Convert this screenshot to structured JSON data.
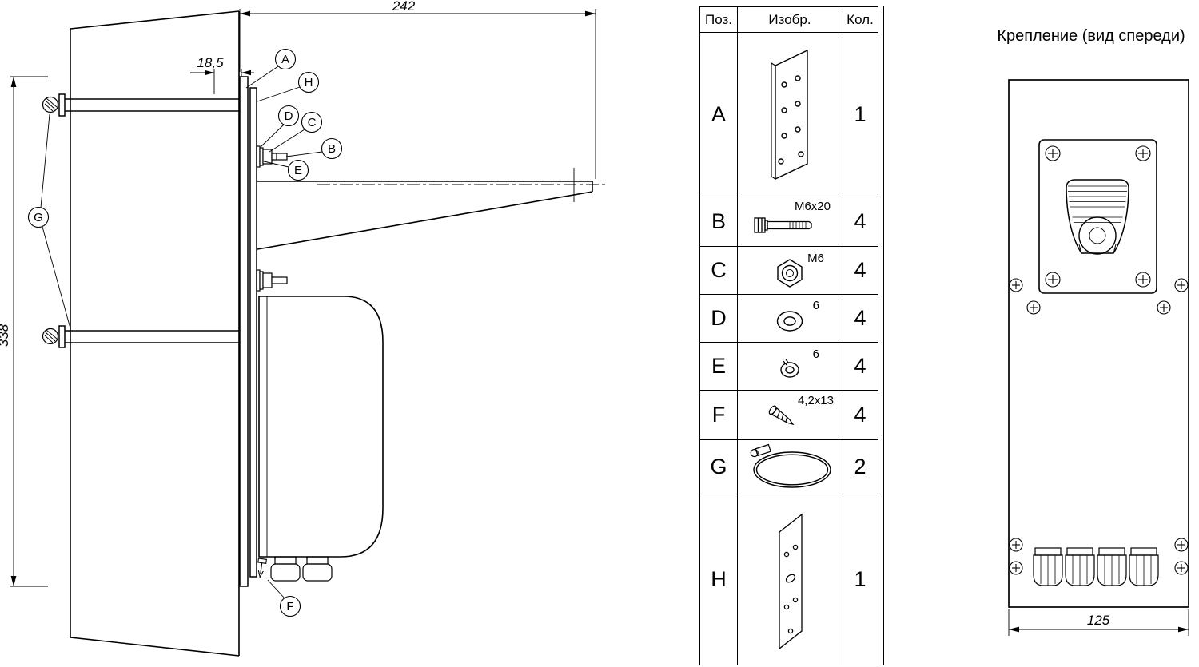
{
  "side_view": {
    "dim_width": "242",
    "dim_offset": "18,5",
    "dim_height": "338",
    "callouts": {
      "a": "A",
      "b": "B",
      "c": "C",
      "d": "D",
      "e": "E",
      "f": "F",
      "g": "G",
      "h": "H"
    }
  },
  "parts_table": {
    "header": {
      "pos": "Поз.",
      "image": "Изобр.",
      "qty": "Кол."
    },
    "rows": [
      {
        "pos": "A",
        "label": "",
        "qty": "1"
      },
      {
        "pos": "B",
        "label": "M6x20",
        "qty": "4"
      },
      {
        "pos": "C",
        "label": "M6",
        "qty": "4"
      },
      {
        "pos": "D",
        "label": "6",
        "qty": "4"
      },
      {
        "pos": "E",
        "label": "6",
        "qty": "4"
      },
      {
        "pos": "F",
        "label": "4,2x13",
        "qty": "4"
      },
      {
        "pos": "G",
        "label": "",
        "qty": "2"
      },
      {
        "pos": "H",
        "label": "",
        "qty": "1"
      }
    ]
  },
  "front_view": {
    "title": "Крепление (вид спереди)",
    "dim_width": "125"
  }
}
